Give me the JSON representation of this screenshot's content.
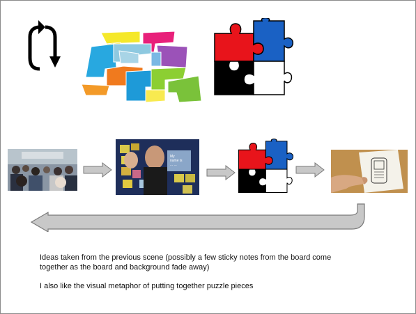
{
  "caption": {
    "line1": "Ideas taken from the previous scene (possibly a few sticky notes from the board come together as the board and background fade away)",
    "line2": "I also like the visual metaphor of putting together puzzle pieces"
  },
  "sticky_note": {
    "lines": [
      "My",
      "name is",
      "... ..."
    ]
  },
  "colors": {
    "puzzle_red": "#e8141b",
    "puzzle_blue": "#1a61c4",
    "puzzle_black": "#000000",
    "puzzle_white": "#ffffff",
    "arrow_gray": "#c8c8c8",
    "arrow_outline": "#7a7a7a"
  },
  "icons": [
    "cycle-arrows-icon",
    "tetris-sticky-notes-illustration",
    "puzzle-pieces-illustration"
  ]
}
